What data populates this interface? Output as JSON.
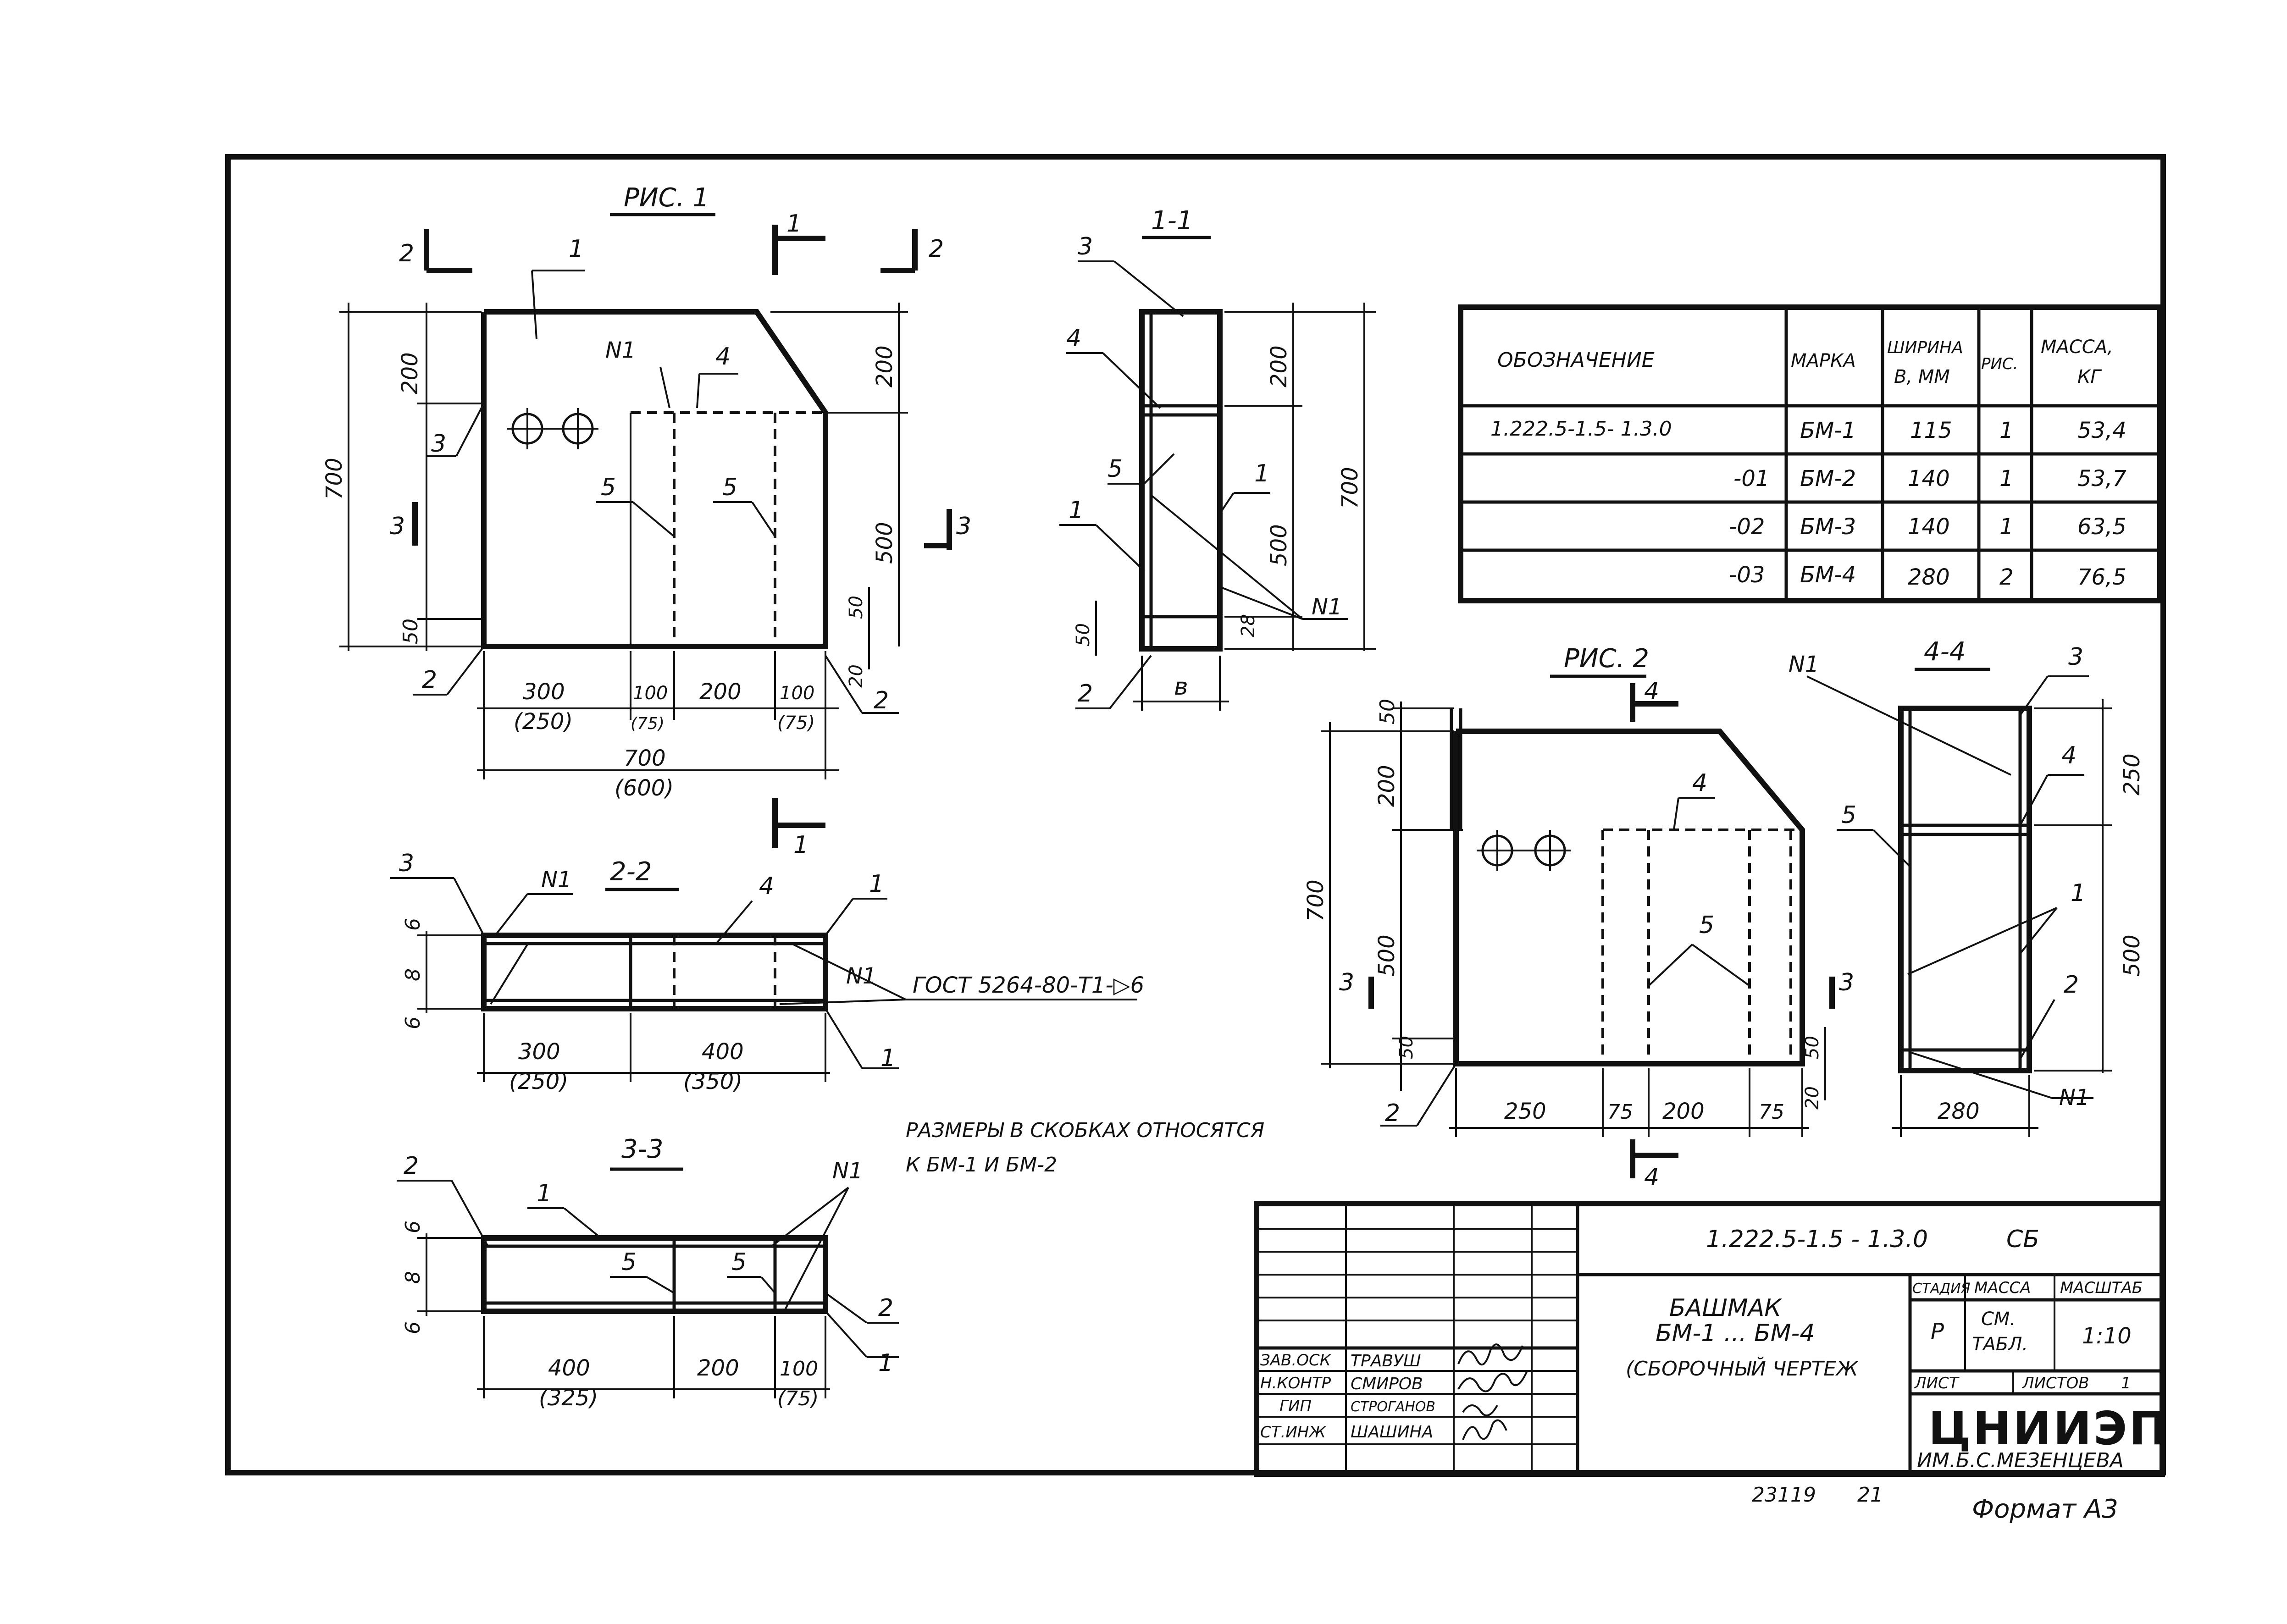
{
  "figures": {
    "fig1_title": "РИС. 1",
    "fig2_title": "РИС. 2",
    "sec_1_1": "1-1",
    "sec_2_2": "2-2",
    "sec_3_3": "3-3",
    "sec_4_4": "4-4"
  },
  "labels": {
    "n1": "N1",
    "gost": "ГОСТ 5264-80-Т1-▷6",
    "note_line1": "РАЗМЕРЫ В СКОБКАХ ОТНОСЯТСЯ",
    "note_line2": "К БМ-1 И БМ-2",
    "sheet_no": "23119",
    "sheet_sub": "21",
    "format": "Формат А3"
  },
  "spec_table": {
    "headers": [
      "ОБОЗНАЧЕНИЕ",
      "МАРКА",
      "ШИРИНА B, ММ",
      "РИС.",
      "МАССА, КГ"
    ],
    "rows": [
      [
        "1.222.5-1.5- 1.3.0",
        "БМ-1",
        "115",
        "1",
        "53,4"
      ],
      [
        "-01",
        "БМ-2",
        "140",
        "1",
        "53,7"
      ],
      [
        "-02",
        "БМ-3",
        "140",
        "1",
        "63,5"
      ],
      [
        "-03",
        "БМ-4",
        "280",
        "2",
        "76,5"
      ]
    ]
  },
  "title_block": {
    "code": "1.222.5-1.5 - 1.3.0",
    "doc_type": "СБ",
    "name_line1": "БАШМАК",
    "name_line2": "БМ-1 ... БМ-4",
    "name_line3": "(СБОРОЧНЫЙ ЧЕРТЕЖ",
    "col_stage": "СТАДИЯ",
    "col_mass": "МАССА",
    "col_scale": "МАСШТАБ",
    "stage": "Р",
    "mass_line1": "СМ.",
    "mass_line2": "ТАБЛ.",
    "scale": "1:10",
    "sheet_label": "ЛИСТ",
    "sheets_label": "ЛИСТОВ",
    "sheets_count": "1",
    "org_name": "ЦНИИЭП",
    "org_sub": "ИМ.Б.С.МЕЗЕНЦЕВА",
    "staff": [
      {
        "role": "ЗАВ.ОСК",
        "name": "ТРАВУШ"
      },
      {
        "role": "Н.КОНТР",
        "name": "СМИРОВ"
      },
      {
        "role": "ГИП",
        "name": "СТРОГАНОВ"
      },
      {
        "role": "СТ.ИНЖ",
        "name": "ШАШИНА"
      }
    ]
  },
  "dims": {
    "d200": "200",
    "d500": "500",
    "d700": "700",
    "d50": "50",
    "d20": "20",
    "d300": "300",
    "d100": "100",
    "d250": "250",
    "d75": "75",
    "d400": "400",
    "d280": "280",
    "d28": "28",
    "d6": "6",
    "d8": "8",
    "db": "в",
    "p250": "(250)",
    "p75": "(75)",
    "p600": "(600)",
    "p350": "(350)",
    "p325": "(325)"
  },
  "callouts": [
    "1",
    "2",
    "3",
    "4",
    "5"
  ]
}
